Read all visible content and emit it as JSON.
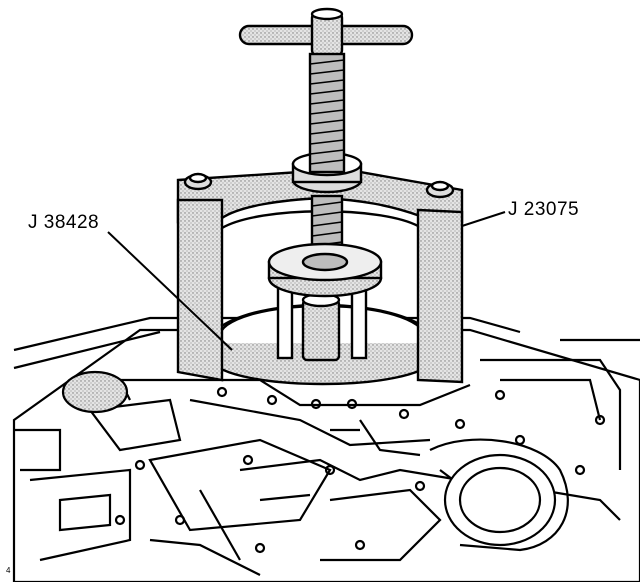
{
  "callouts": {
    "ring_tool": "J 38428",
    "press_frame": "J 23075",
    "corner_mark": "4"
  },
  "colors": {
    "ink": "#000000",
    "paper": "#ffffff",
    "frame_fill": "#d6d6d6",
    "screw_fill": "#bdbdbd"
  }
}
